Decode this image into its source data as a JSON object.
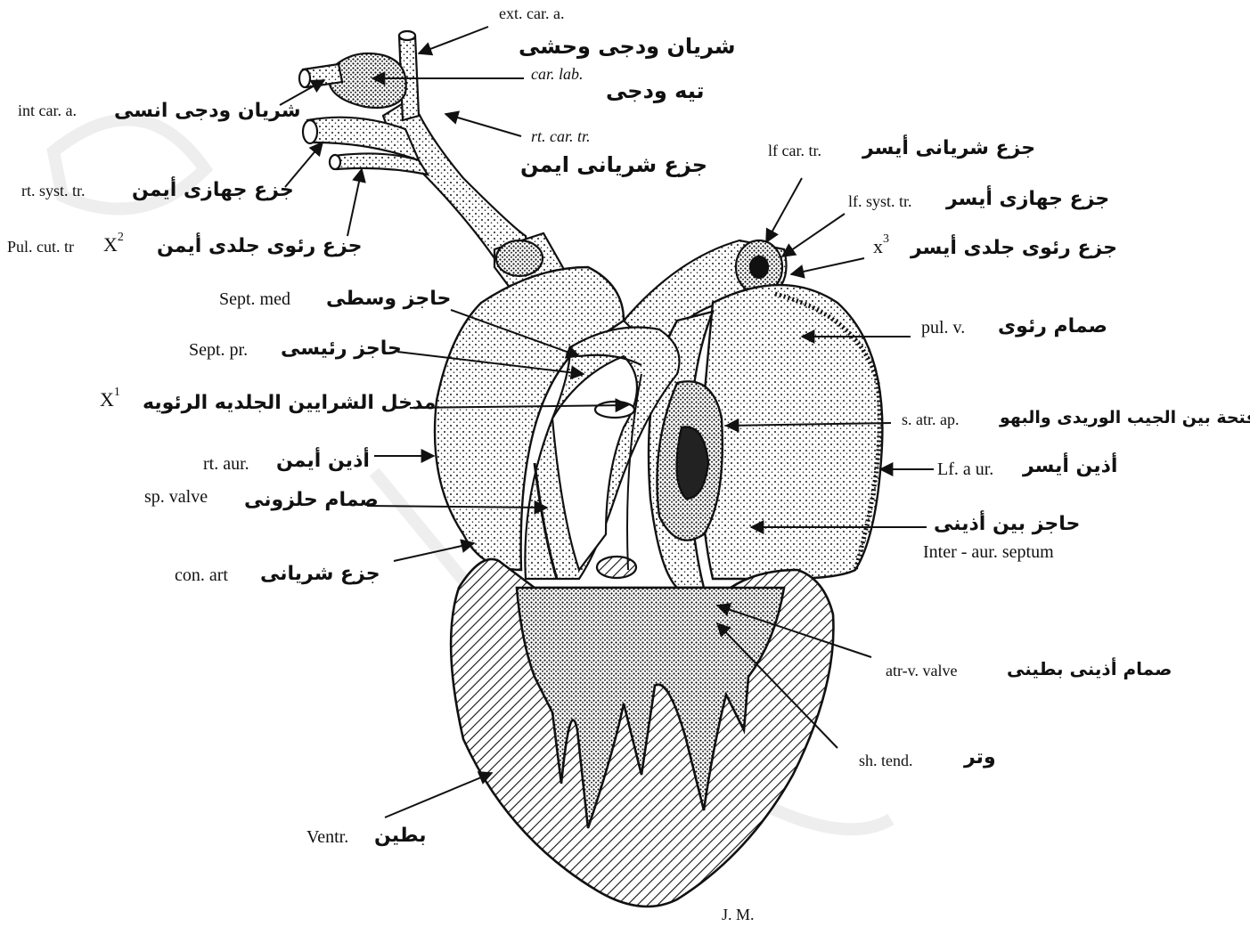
{
  "labels": {
    "ext_car_a": "ext. car. a.",
    "ext_car_a_ar": "شريان ودجى وحشى",
    "car_lab": "car. lab.",
    "car_lab_ar": "تيه ودجى",
    "int_car_a": "int car. a.",
    "int_car_a_ar": "شريان ودجى انسى",
    "rt_car_tr": "rt. car. tr.",
    "rt_car_tr_ar": "جزع شريانى ايمن",
    "rt_syst_tr": "rt. syst. tr.",
    "rt_syst_tr_ar": "جزع جهازى أيمن",
    "pul_cut_tr": "Pul. cut. tr",
    "x2_base": "X",
    "x2_sup": "2",
    "pul_cut_tr_ar": "جزع رئوى جلدى أيمن",
    "lf_car_tr": "lf car. tr.",
    "lf_car_tr_ar": "جزع شريانى أيسر",
    "lf_syst_tr": "lf. syst. tr.",
    "lf_syst_tr_ar": "جزع جهازى أيسر",
    "x3_base": "x",
    "x3_sup": "3",
    "x3_ar": "جزع رئوى جلدى أيسر",
    "sept_med": "Sept. med",
    "sept_med_ar": "حاجز وسطى",
    "sept_pr": "Sept. pr.",
    "sept_pr_ar": "حاجز رئيسى",
    "x1_base": "X",
    "x1_sup": "1",
    "x1_ar": "مدخل الشرايين الجلديه الرئويه",
    "pul_v": "pul. v.",
    "pul_v_ar": "صمام رئوى",
    "s_atr_ap": "s. atr. ap.",
    "s_atr_ap_ar": "فتحة بين الجيب الوريدى والبهو",
    "rt_aur": "rt. aur.",
    "rt_aur_ar": "أذين أيمن",
    "lf_aur": "Lf. a ur.",
    "lf_aur_ar": "أذين أيسر",
    "sp_valve": "sp. valve",
    "sp_valve_ar": "صمام حلزونى",
    "inter_aur_ar": "حاجز بين أذينى",
    "inter_aur": "Inter - aur. septum",
    "con_art": "con. art",
    "con_art_ar": "جزع شريانى",
    "atr_v_valve": "atr-v. valve",
    "atr_v_valve_ar": "صمام أذينى بطينى",
    "sh_tend": "sh. tend.",
    "sh_tend_ar": "وتر",
    "ventr": "Ventr.",
    "ventr_ar": "بطين",
    "signature": "J. M."
  }
}
